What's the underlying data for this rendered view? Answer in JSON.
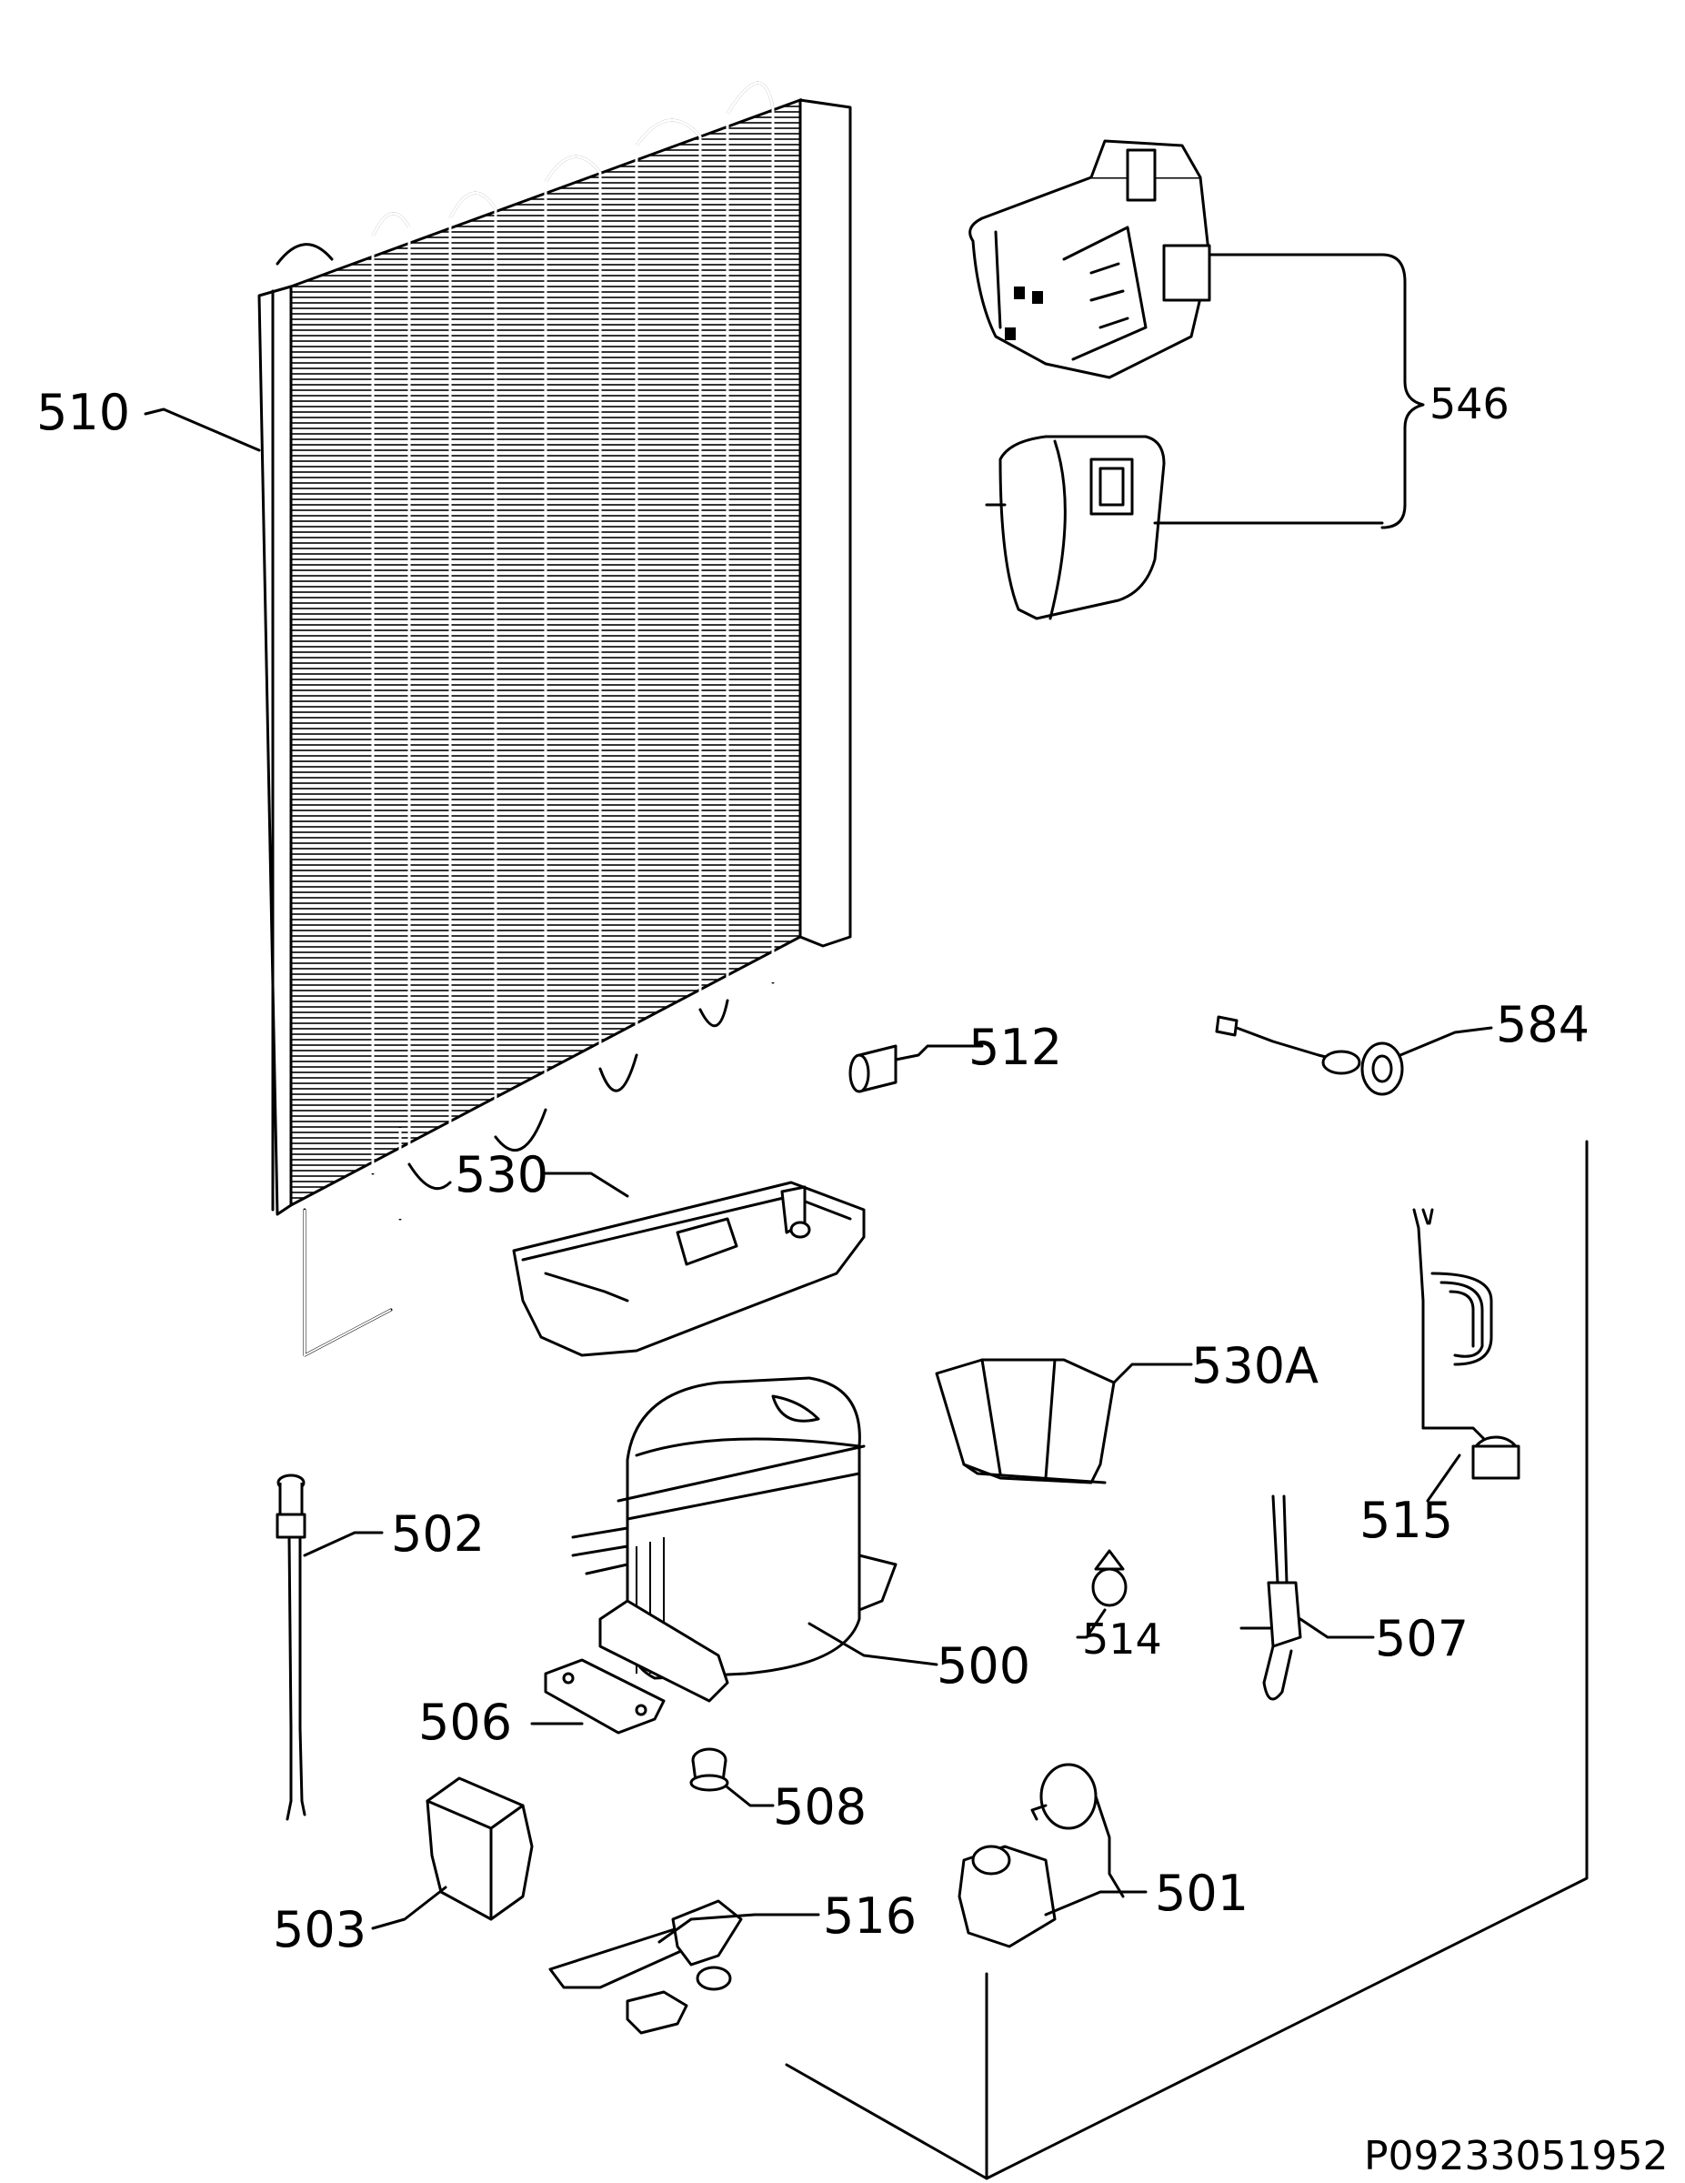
{
  "labels": {
    "l510": "510",
    "l546": "546",
    "l512": "512",
    "l584": "584",
    "l530": "530",
    "l530A": "530A",
    "l502": "502",
    "l515": "515",
    "l514": "514",
    "l507": "507",
    "l500": "500",
    "l506": "506",
    "l508": "508",
    "l501": "501",
    "l503": "503",
    "l516": "516"
  },
  "document_id": "P09233051952"
}
